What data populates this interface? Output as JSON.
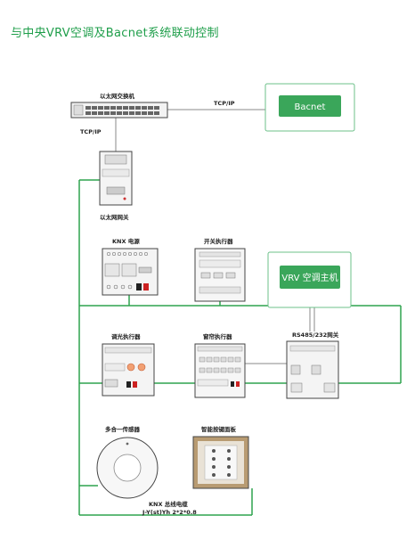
{
  "title": "与中央VRV空调及Bacnet系统联动控制",
  "switch": {
    "label": "以太网交换机"
  },
  "link_top": {
    "label": "TCP/IP"
  },
  "link_left": {
    "label": "TCP/IP"
  },
  "bacnet": {
    "label": "Bacnet"
  },
  "gateway": {
    "label": "以太网网关"
  },
  "knx_power": {
    "label": "KNX 电源"
  },
  "switch_actuator": {
    "label": "开关执行器"
  },
  "vrv_host": {
    "label": "VRV 空调主机"
  },
  "dimmer": {
    "label": "调光执行器"
  },
  "curtain": {
    "label": "窗帘执行器"
  },
  "rs485": {
    "label": "RS485/232网关"
  },
  "sensor": {
    "label": "多合一传感器"
  },
  "panel": {
    "label": "智能按键面板"
  },
  "bus": {
    "label_1": "KNX 总线电缆",
    "label_2": "J-Y(st)Yh 2*2*0.8"
  },
  "colors": {
    "accent": "#1e9e4a",
    "button": "#3aa65a",
    "bus": "#2ea34e"
  }
}
